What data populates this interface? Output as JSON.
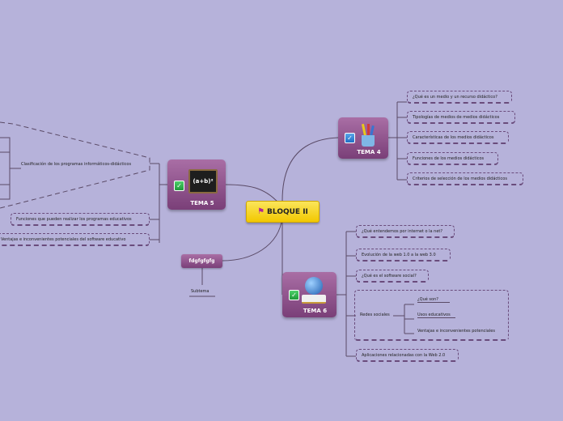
{
  "central": {
    "title": "BLOQUE II"
  },
  "tema5": {
    "title": "TEMA 5",
    "subtopics": [
      "Clasificación de los programas informáticos-didácticos",
      "Funciones que pueden realizar los programas educativos",
      "Ventajas e inconvenientes potenciales del software educativo"
    ]
  },
  "tema4": {
    "title": "TEMA 4",
    "subtopics": [
      "¿Qué es un medio y un recurso didáctico?",
      "Tipologías de medios de medios didácticos",
      "Características de los medios didácticos",
      "Funciones de los medios didácticos",
      "Criterios de selección de los medios didácticos"
    ]
  },
  "tema6": {
    "title": "TEMA 6",
    "subtopics": [
      "¿Qué entendemos por internet o la net?",
      "Evolución de la web 1.0 a la web 3.0",
      "¿Qué es el software social?",
      "Redes sociales",
      "Aplicaciones relacionadas con la Web 2.0"
    ],
    "redes_children": [
      "¿Qué son?",
      "Usos educativos",
      "Ventajas e inconvenientes potenciales"
    ]
  },
  "fdg": {
    "title": "fdgfgfgfg",
    "child": "Subtema"
  },
  "colors": {
    "background": "#b6b2da",
    "topic": "#8b4f88",
    "central": "#f6d21a",
    "line": "#5a4a66"
  }
}
